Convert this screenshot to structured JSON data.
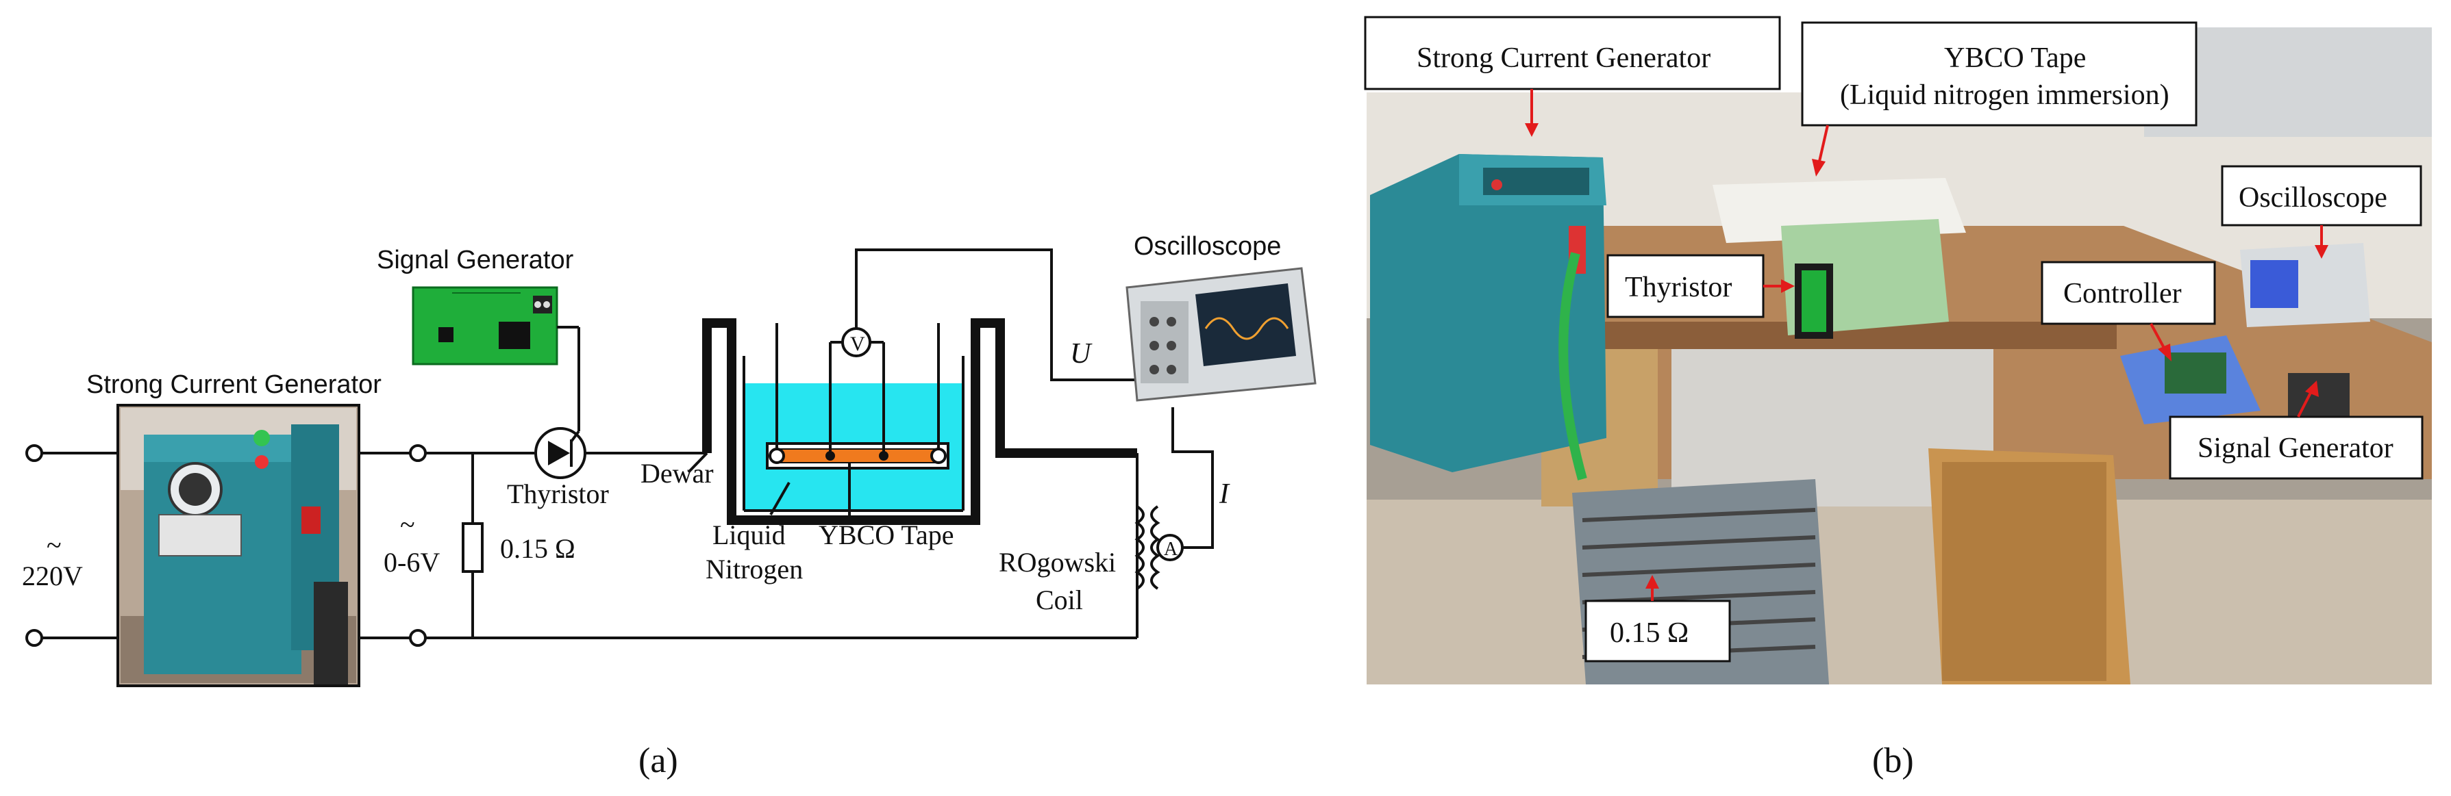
{
  "panel_a": {
    "caption": "(a)",
    "labels": {
      "strong_current_generator": "Strong Current Generator",
      "signal_generator": "Signal Generator",
      "oscilloscope": "Oscilloscope",
      "thyristor": "Thyristor",
      "dewar": "Dewar",
      "liquid_nitrogen_line1": "Liquid",
      "liquid_nitrogen_line2": "Nitrogen",
      "ybco_tape": "YBCO Tape",
      "rogowski_line1": "ROgowski",
      "rogowski_line2": "Coil",
      "voltage_220_sym": "~",
      "voltage_220": "220V",
      "voltage_06_sym": "~",
      "voltage_06": "0-6V",
      "resistor": "0.15 Ω",
      "u_label": "U",
      "i_label": "I",
      "voltmeter": "V",
      "ammeter": "A"
    }
  },
  "panel_b": {
    "caption": "(b)",
    "callouts": {
      "strong_current_generator": "Strong Current Generator",
      "ybco_line1": "YBCO Tape",
      "ybco_line2": "(Liquid nitrogen immersion)",
      "oscilloscope": "Oscilloscope",
      "thyristor": "Thyristor",
      "controller": "Controller",
      "signal_generator": "Signal Generator",
      "resistor": "0.15 Ω"
    }
  },
  "colors": {
    "liquid_nitrogen": "#27e5f0",
    "ybco_tape": "#f07a1e",
    "callout_arrow": "#e21b1b",
    "generator_teal": "#2b8a96",
    "pcb_green": "#1fae3a"
  }
}
